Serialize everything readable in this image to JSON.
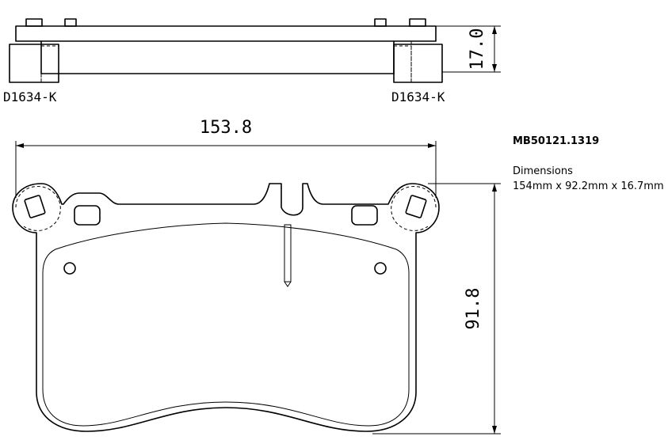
{
  "top_view": {
    "label_left": "D1634-K",
    "label_right": "D1634-K",
    "thickness_dim": "17.0"
  },
  "front_view": {
    "width_dim": "153.8",
    "height_dim": "91.8"
  },
  "info": {
    "part_number": "MB50121.1319",
    "dimensions_title": "Dimensions",
    "dimensions_value": "154mm x 92.2mm x 16.7mm"
  }
}
